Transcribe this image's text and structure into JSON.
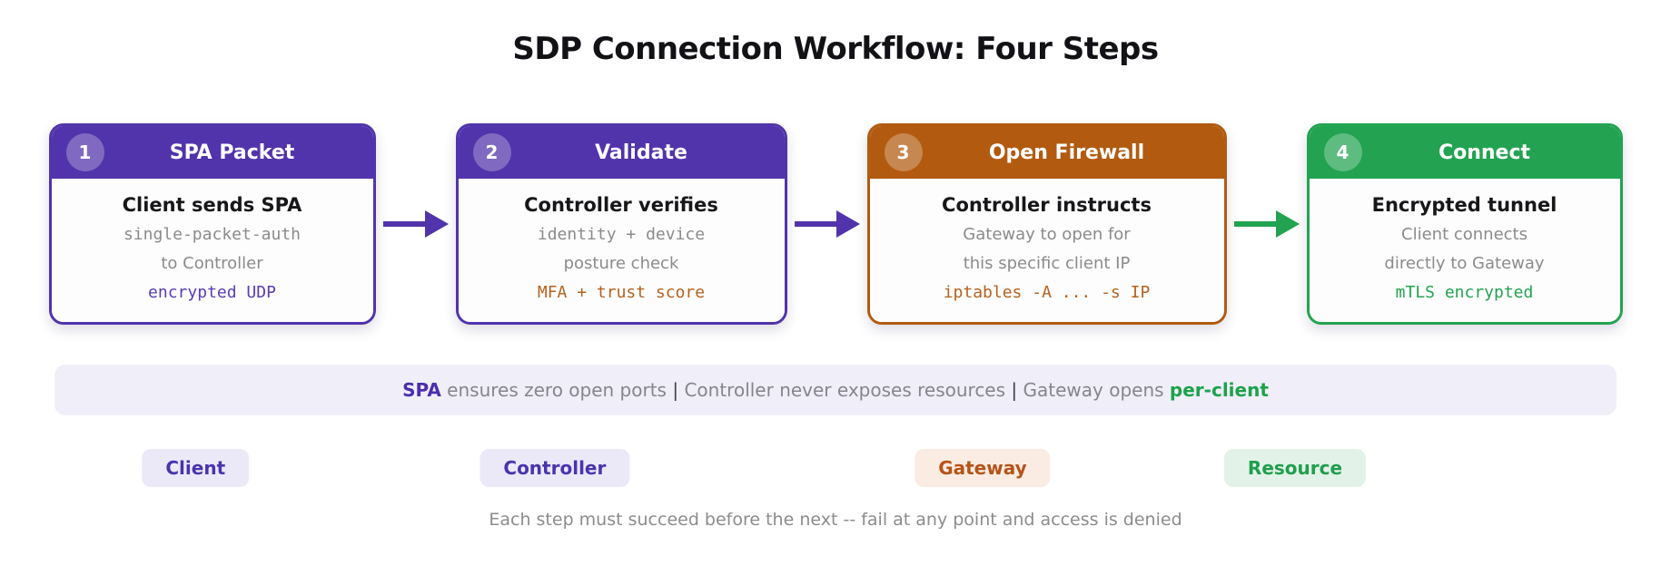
{
  "title": "SDP Connection Workflow: Four Steps",
  "colors": {
    "purple": "#5134ab",
    "orange": "#b25b10",
    "green": "#23a351",
    "muted_gray": "#8b8b8b",
    "banner_bg": "#f0eef8",
    "chip_purple_bg": "#ebe9f8",
    "chip_orange_bg": "#faece3",
    "chip_green_bg": "#e3f2e8"
  },
  "steps": [
    {
      "number": "1",
      "title": "SPA Packet",
      "accent": "#5134ab",
      "lines": [
        {
          "text": "Client sends SPA",
          "mono": false,
          "style": "bold"
        },
        {
          "text": "single-packet-auth",
          "mono": true,
          "style": "muted"
        },
        {
          "text": "to Controller",
          "mono": false,
          "style": "muted"
        },
        {
          "text": "encrypted UDP",
          "mono": true,
          "style": "accent"
        }
      ]
    },
    {
      "number": "2",
      "title": "Validate",
      "accent": "#5134ab",
      "lines": [
        {
          "text": "Controller verifies",
          "mono": false,
          "style": "bold"
        },
        {
          "text": "identity + device",
          "mono": true,
          "style": "muted"
        },
        {
          "text": "posture check",
          "mono": false,
          "style": "muted"
        },
        {
          "text": "MFA + trust score",
          "mono": true,
          "style": "accent"
        }
      ]
    },
    {
      "number": "3",
      "title": "Open Firewall",
      "accent": "#b25b10",
      "lines": [
        {
          "text": "Controller instructs",
          "mono": false,
          "style": "bold"
        },
        {
          "text": "Gateway to open for",
          "mono": false,
          "style": "muted"
        },
        {
          "text": "this specific client IP",
          "mono": false,
          "style": "muted"
        },
        {
          "text": "iptables -A ... -s IP",
          "mono": true,
          "style": "accent"
        }
      ]
    },
    {
      "number": "4",
      "title": "Connect",
      "accent": "#23a351",
      "lines": [
        {
          "text": "Encrypted tunnel",
          "mono": false,
          "style": "bold"
        },
        {
          "text": "Client connects",
          "mono": false,
          "style": "muted"
        },
        {
          "text": "directly to Gateway",
          "mono": false,
          "style": "muted"
        },
        {
          "text": "mTLS encrypted",
          "mono": true,
          "style": "accent"
        }
      ]
    }
  ],
  "arrows": [
    {
      "color": "#5134ab"
    },
    {
      "color": "#5134ab"
    },
    {
      "color": "#23a351"
    }
  ],
  "banner": {
    "segments": [
      {
        "text": "SPA",
        "style": "purple-bold"
      },
      {
        "text": " ensures zero open ports ",
        "style": "gray"
      },
      {
        "text": "|",
        "style": "dark"
      },
      {
        "text": " Controller never exposes resources ",
        "style": "gray"
      },
      {
        "text": "|",
        "style": "dark"
      },
      {
        "text": " Gateway opens ",
        "style": "gray"
      },
      {
        "text": "per-client",
        "style": "green-bold"
      }
    ]
  },
  "chips": [
    {
      "label": "Client"
    },
    {
      "label": "Controller"
    },
    {
      "label": "Gateway"
    },
    {
      "label": "Resource"
    }
  ],
  "footer": "Each step must succeed before the next -- fail at any point and access is denied"
}
